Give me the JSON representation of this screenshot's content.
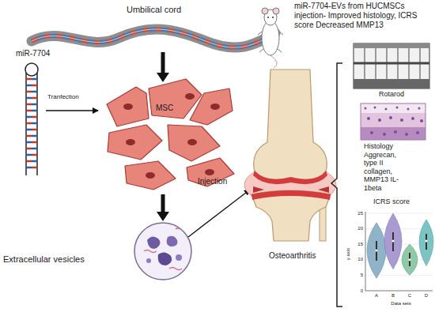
{
  "diagram": {
    "labels": [
      "miR-7704-EVs from HUCMSCs injection- Improved histology, ICRS score Decreased MMP13",
      "Umbilical cord",
      "miR-7704",
      "Tranfection",
      "MSC",
      "Rotarod",
      "Histology Aggrecan, type II collagen, MMP13 IL-1beta",
      "Injection",
      "Extracellular vesicles",
      "Osteoarthritis",
      "ICRS score",
      "y axis",
      "0",
      "5",
      "10",
      "15",
      "20",
      "25",
      "A",
      "B",
      "C",
      "D",
      "Data sets"
    ]
  }
}
